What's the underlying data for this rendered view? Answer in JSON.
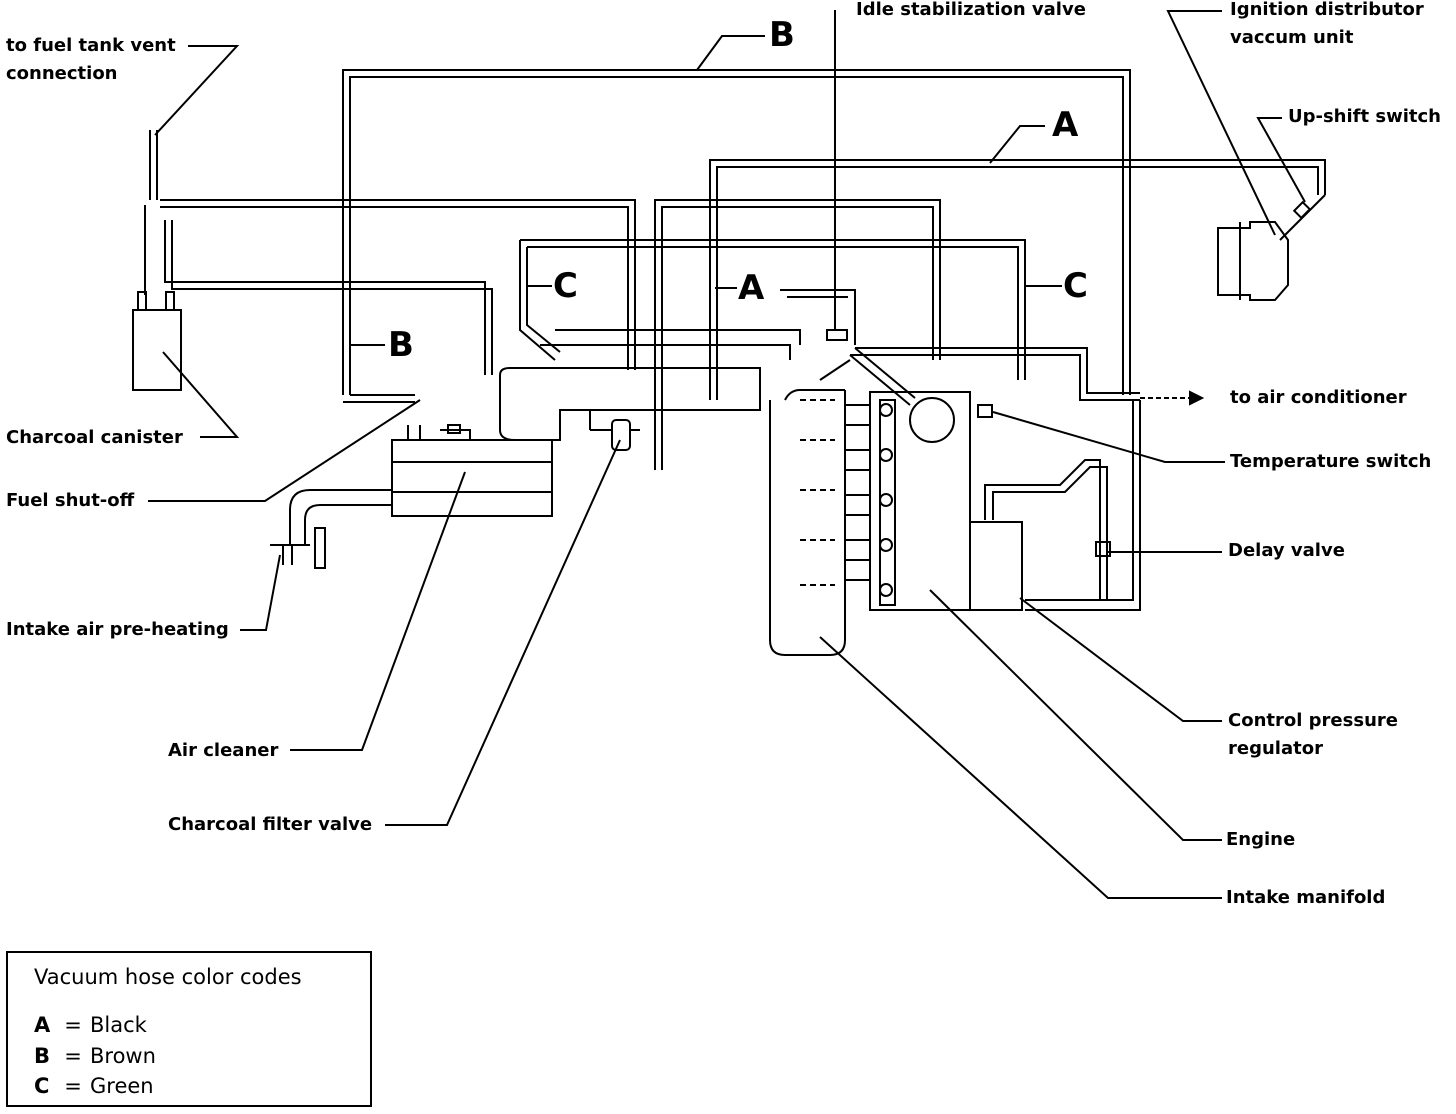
{
  "labels": {
    "fuel_tank_vent_1": "to fuel tank vent",
    "fuel_tank_vent_2": "connection",
    "idle_stabilization": "Idle stabilization valve",
    "ignition_distributor_1": "Ignition distributor",
    "ignition_distributor_2": "vaccum unit",
    "upshift_switch": "Up-shift switch",
    "charcoal_canister": "Charcoal canister",
    "fuel_shutoff": "Fuel shut-off",
    "intake_air_preheating": "Intake air pre-heating",
    "air_cleaner": "Air cleaner",
    "charcoal_filter_valve": "Charcoal filter valve",
    "to_air_conditioner": "to air conditioner",
    "temperature_switch": "Temperature switch",
    "delay_valve": "Delay valve",
    "control_pressure_1": "Control pressure",
    "control_pressure_2": "regulator",
    "engine": "Engine",
    "intake_manifold": "Intake manifold"
  },
  "hose_markers": {
    "b_top": "B",
    "a_top": "A",
    "c_left": "C",
    "a_mid": "A",
    "b_left": "B",
    "c_right": "C"
  },
  "legend": {
    "title": "Vacuum hose color codes",
    "entries": [
      {
        "code": "A",
        "eq": "=",
        "color": "Black"
      },
      {
        "code": "B",
        "eq": "=",
        "color": "Brown"
      },
      {
        "code": "C",
        "eq": "=",
        "color": "Green"
      }
    ]
  }
}
